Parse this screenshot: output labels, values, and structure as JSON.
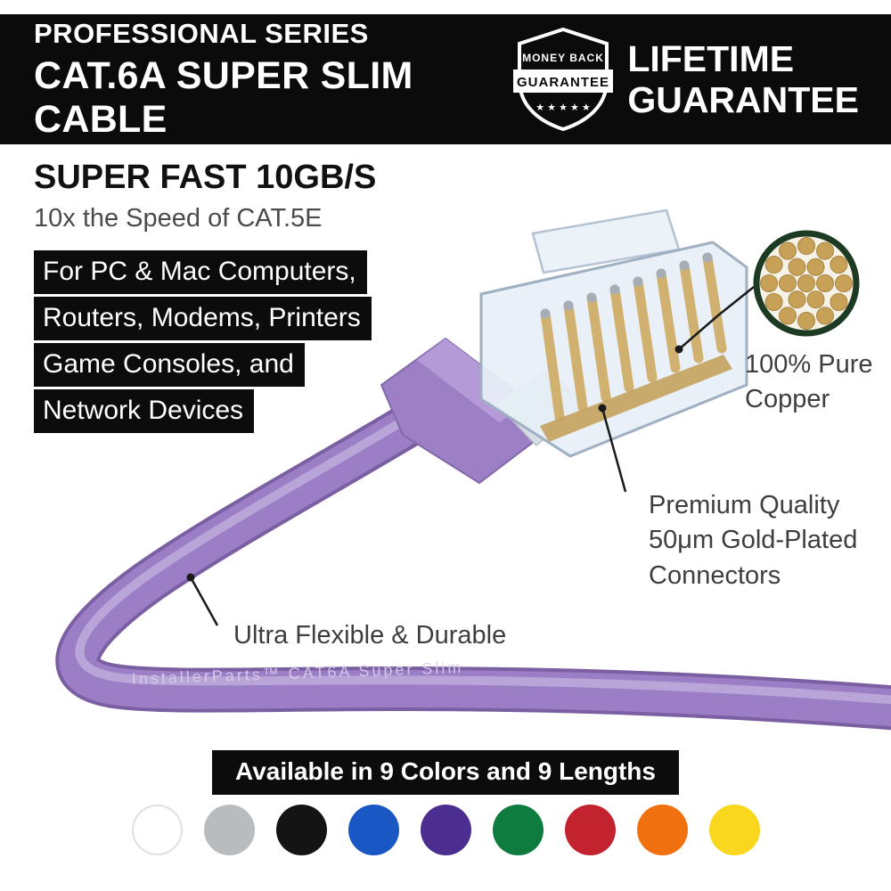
{
  "banner": {
    "series": "PROFESSIONAL SERIES",
    "product": "CAT.6A SUPER SLIM CABLE",
    "badge": {
      "top": "MONEY BACK",
      "ribbon": "GUARANTEE",
      "stars": "★ ★ ★ ★ ★"
    },
    "lifetime": {
      "line1": "LIFETIME",
      "line2": "GUARANTEE"
    }
  },
  "speed": {
    "headline": "SUPER FAST 10GB/S",
    "subheadline": "10x the Speed of CAT.5E"
  },
  "compatibility": {
    "lines": [
      "For PC & Mac Computers,",
      "Routers, Modems, Printers",
      "Game Consoles, and",
      "Network Devices"
    ]
  },
  "callouts": {
    "copper": {
      "line1": "100% Pure",
      "line2": "Copper"
    },
    "gold": {
      "line1": "Premium Quality",
      "line2": "50μm Gold-Plated",
      "line3": "Connectors"
    },
    "flexible": {
      "label": "Ultra Flexible & Durable"
    }
  },
  "cable": {
    "print": "InstallerParts™ CAT6A Super Slim",
    "color_hex": "#9b7ec6"
  },
  "availability": {
    "label": "Available in 9 Colors and 9 Lengths"
  },
  "swatches": [
    {
      "name": "white",
      "hex": "#ffffff"
    },
    {
      "name": "gray",
      "hex": "#b9bcbe"
    },
    {
      "name": "black",
      "hex": "#141414"
    },
    {
      "name": "blue",
      "hex": "#1958c4"
    },
    {
      "name": "purple",
      "hex": "#4c2d90"
    },
    {
      "name": "green",
      "hex": "#0e7c3f"
    },
    {
      "name": "red",
      "hex": "#c2232e"
    },
    {
      "name": "orange",
      "hex": "#f17111"
    },
    {
      "name": "yellow",
      "hex": "#f9d71e"
    }
  ]
}
